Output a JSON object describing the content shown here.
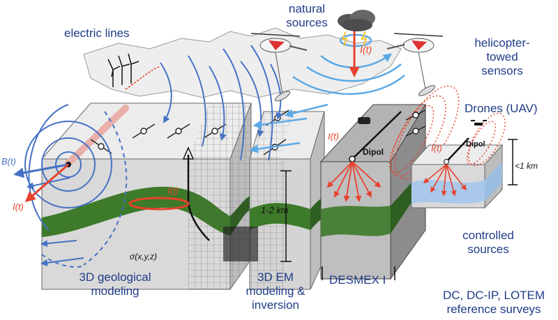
{
  "labels": {
    "electric_lines": "electric lines",
    "natural_sources_1": "natural",
    "natural_sources_2": "sources",
    "helicopter_1": "helicopter-",
    "helicopter_2": "towed",
    "helicopter_3": "sensors",
    "drones": "Drones (UAV)",
    "controlled_1": "controlled",
    "controlled_2": "sources",
    "geo_1": "3D geological",
    "geo_2": "modeling",
    "em_1": "3D EM",
    "em_2": "modeling &",
    "em_3": "inversion",
    "desmex": "DESMEX I",
    "ref_1": "DC, DC-IP, LOTEM",
    "ref_2": "reference surveys"
  },
  "annotations": {
    "b_t": "B(t)",
    "i_t": "I(t)",
    "depth_1_2": "1-2 km",
    "depth_1": "<1 km",
    "sigma": "σ(x,y,z)",
    "dipol": "Dipol"
  },
  "colors": {
    "text_blue": "#1f3c88",
    "field_blue": "#4472c4",
    "light_blue": "#5aa9e6",
    "red": "#e8412c",
    "green": "#3d7a2a",
    "box_gray": "#d9d9d9",
    "box_dark": "#a6a6a6"
  }
}
